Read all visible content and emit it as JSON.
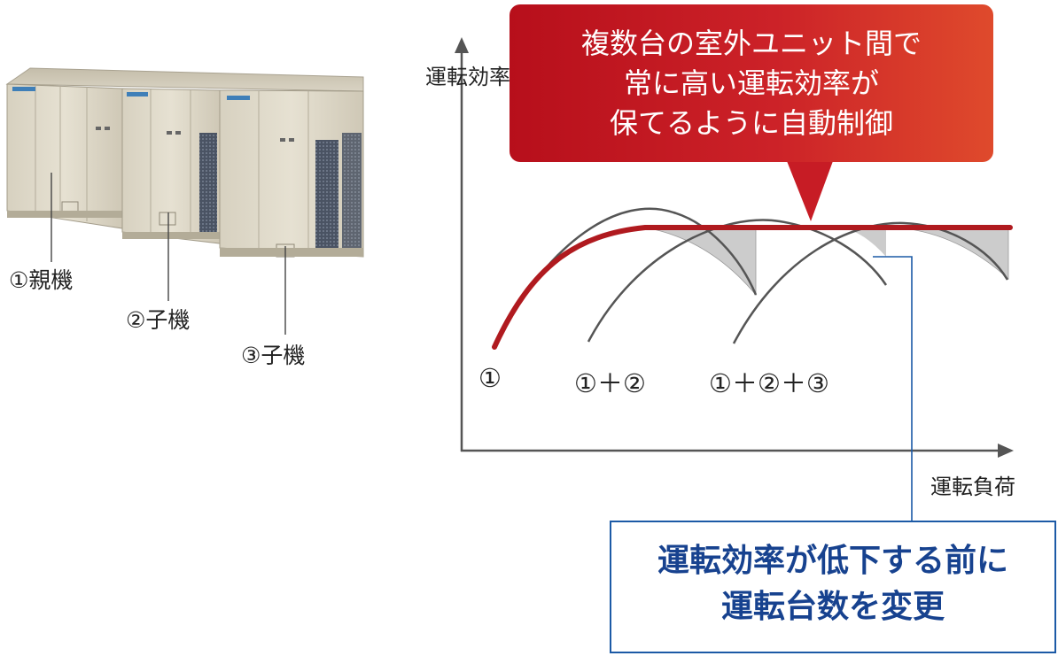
{
  "units": [
    {
      "label": "①親機"
    },
    {
      "label": "②子機"
    },
    {
      "label": "③子機"
    }
  ],
  "axes": {
    "y_label": "運転効率",
    "x_label": "運転負荷"
  },
  "curves": [
    {
      "label": "①"
    },
    {
      "label": "①＋②"
    },
    {
      "label": "①＋②＋③"
    }
  ],
  "callout_red": {
    "lines": [
      "複数台の室外ユニット間で",
      "常に高い運転効率が",
      "保てるように自動制御"
    ]
  },
  "callout_blue": {
    "lines": [
      "運転効率が低下する前に",
      "運転台数を変更"
    ]
  },
  "colors": {
    "highlight": "#b01a1f",
    "curve": "#555555",
    "shaded_gap": "#cccccc",
    "blue_box": "#1c5aa6"
  }
}
